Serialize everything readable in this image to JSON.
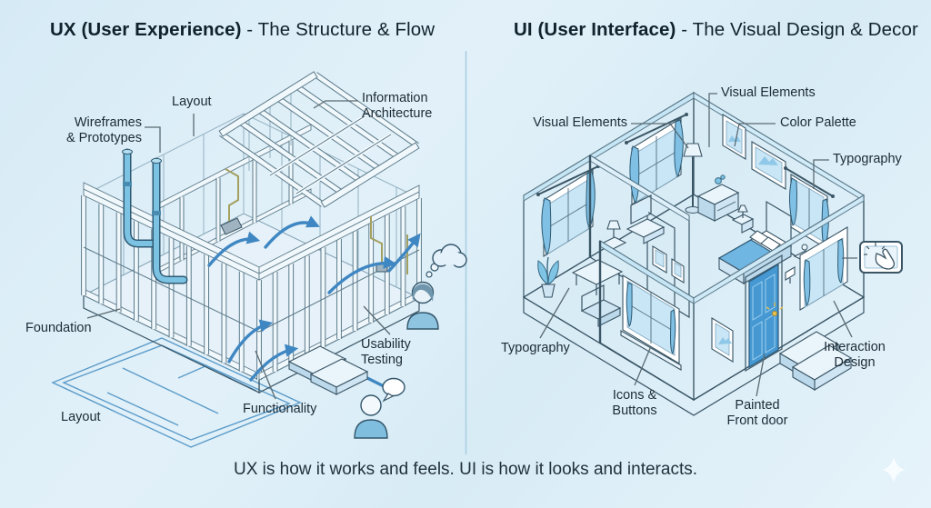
{
  "page": {
    "caption": "UX is how it works and feels. UI is how it looks and interacts."
  },
  "left_panel": {
    "title_bold": "UX (User Experience)",
    "title_rest": " - The Structure & Flow",
    "labels": {
      "wireframes": "Wireframes\n& Prototypes",
      "layout_top": "Layout",
      "information_architecture": "Information\nArchitecture",
      "foundation": "Foundation",
      "layout_bottom": "Layout",
      "functionality": "Functionality",
      "usability_testing": "Usability\nTesting"
    }
  },
  "right_panel": {
    "title_bold": "UI (User Interface)",
    "title_rest": " - The Visual Design & Decor",
    "labels": {
      "visual_elements_left": "Visual Elements",
      "visual_elements_top": "Visual Elements",
      "color_palette": "Color Palette",
      "typography_right": "Typography",
      "typography_left": "Typography",
      "icons_buttons": "Icons &\nButtons",
      "painted_front_door": "Painted\nFront door",
      "interaction_design": "Interaction\nDesign"
    }
  },
  "icons": {
    "thinking_person": "thinking-person",
    "speaking_person": "speaking-person",
    "touch_tablet": "touch-tablet",
    "sparkle": "sparkle"
  },
  "colors": {
    "background": "#dcedf6",
    "accent_arrow_blue": "#3f87c2",
    "house_wall_blue": "#a5d7f1",
    "front_door_blue": "#4598d2",
    "handle_gold": "#e8c14d",
    "text": "#1c2b35"
  }
}
